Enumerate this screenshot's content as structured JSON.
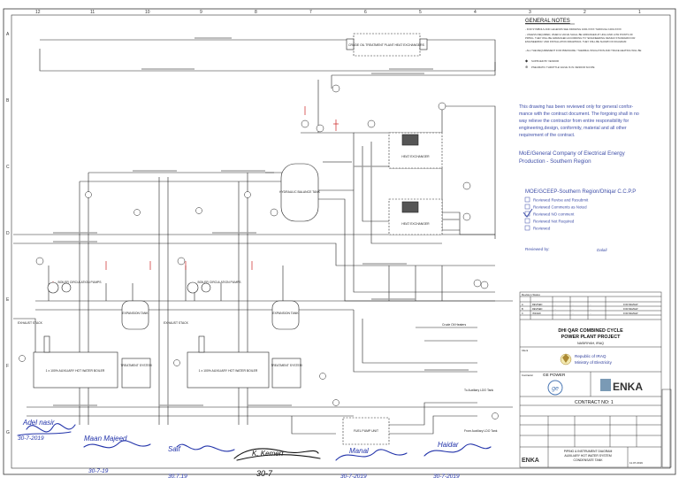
{
  "grid_top": [
    "12",
    "11",
    "10",
    "9",
    "8",
    "7",
    "6",
    "5",
    "4",
    "3",
    "2",
    "1"
  ],
  "grid_side": [
    "A",
    "B",
    "C",
    "D",
    "E",
    "F",
    "G"
  ],
  "general_notes": {
    "title": "GENERAL NOTES",
    "lines": [
      "- FOR SYMBOLS AND LEGENDS SEE DRAWING 1000-XXXX THROUGH 1000-XXXX",
      "- UNLESS REQUIRED, WHEN A VALVE SHALL BE ARRANGED AT HIGH AND LOW POINTS OF",
      "  PIPING. THEY WILL BE ARRANGED ACCORDING TO \"ENGINEERING DESIGN STANDARD FOR",
      "  ENGINEERING\" AND INSTALLATION DRAWINGS. THEY WILL BE SHOWN ON DIAGRAM",
      "- ALL THE REQUIREMENT FOR PRESSURE / THERMAL INSULATION AND TRACE HEATING WILL BE"
    ],
    "legend": [
      {
        "symbol": "◆",
        "text": "SUPPLIED BY VENDOR"
      },
      {
        "symbol": "⊕",
        "text": "PNEUMATIC THROTTLE VALVE IS IN VENDOR SCOPE"
      }
    ]
  },
  "review_stamp": {
    "lines": [
      "This drawing has been reviewed only for general confor-",
      "mance with the contract document. The forgoing shall in no",
      "way relieve the contractor from entire responsibility for",
      "engineering,design, conformity, material and all other",
      "requirement of the contract."
    ],
    "org_line1": "MoE/General Company of Electrical Energy",
    "org_line2": "Production - Southern Region",
    "subtitle": "MOE/GCEEP-Southern Region/Dhiqar C.C.P.P",
    "options": [
      {
        "label": "Reviewed   Revise and Resubmit",
        "checked": false
      },
      {
        "label": "Reviewed   Comments as Noted",
        "checked": false
      },
      {
        "label": "Reviewed   NO comment",
        "checked": true
      },
      {
        "label": "Reviewed   Not Required",
        "checked": false
      },
      {
        "label": "Reviewed",
        "checked": false
      }
    ],
    "reviewed_by": "Reviewed by:",
    "reviewer": "Dalali"
  },
  "equipment": [
    {
      "label": "BOILER CIRCULATION PUMPS"
    },
    {
      "label": "BOILER CIRCULATION PUMPS"
    },
    {
      "label": "EXPANSION TANK"
    },
    {
      "label": "EXPANSION TANK"
    },
    {
      "label": "1 x 100% AUXILIARY HOT WATER BOILER"
    },
    {
      "label": "1 x 100% AUXILIARY HOT WATER BOILER"
    },
    {
      "label": "TREATMENT SYSTEM"
    },
    {
      "label": "TREATMENT SYSTEM"
    },
    {
      "label": "HYDRAULIC BALANCE TANK"
    },
    {
      "label": "HEAT EXCHANGER"
    },
    {
      "label": "HEAT EXCHANGER"
    },
    {
      "label": "CRUDE OIL TREATMENT PLANT HEAT EXCHANGERS"
    },
    {
      "label": "FUEL PUMP UNIT"
    }
  ],
  "side_texts": [
    "EXHAUST STACK",
    "EXHAUST STACK",
    "Crude Oil Heaters",
    "To Auxiliary LDO Tank",
    "From Auxiliary LDO Tank"
  ],
  "title_block": {
    "revision_status": "Revision Status",
    "revisions": [
      [
        "A",
        "REVISED",
        "..",
        "..",
        "..",
        "FOR REVIEW"
      ],
      [
        "B",
        "REVISED",
        "..",
        "..",
        "..",
        "FOR REVIEW"
      ],
      [
        "C",
        "ISSUED",
        "..",
        "..",
        "..",
        "FOR REVIEW"
      ]
    ],
    "project_line1": "DHI QAR COMBINED CYCLE",
    "project_line2": "POWER PLANT PROJECT",
    "project_line3": "NASIRIYAH, IRAQ",
    "client_label": "Client",
    "client_line1": "Republic of IRAQ",
    "client_line2": "Ministry of Electricity",
    "contractor_label": "Contractor",
    "ge_name": "GE POWER",
    "enka_name": "ENKA",
    "contract": "CONTRACT NO: 1",
    "doc_title_lines": [
      "PIPING & INSTRUMENT DIAGRAM",
      "AUXILIARY HOT WATER SYSTEM",
      "CONDENSATE TANK"
    ],
    "sheet_date": "11.07.2019",
    "enka_small": "ENKA"
  },
  "signatures": [
    "Adel nasir",
    "Maan Majeed",
    "Saif",
    "K. Kemerr",
    "Manal",
    "Haidar"
  ],
  "sig_dates": [
    "30-7-2019",
    "30-7-19",
    "30.7.19",
    "30-7",
    "30-7-2019",
    "30-7-2019"
  ]
}
